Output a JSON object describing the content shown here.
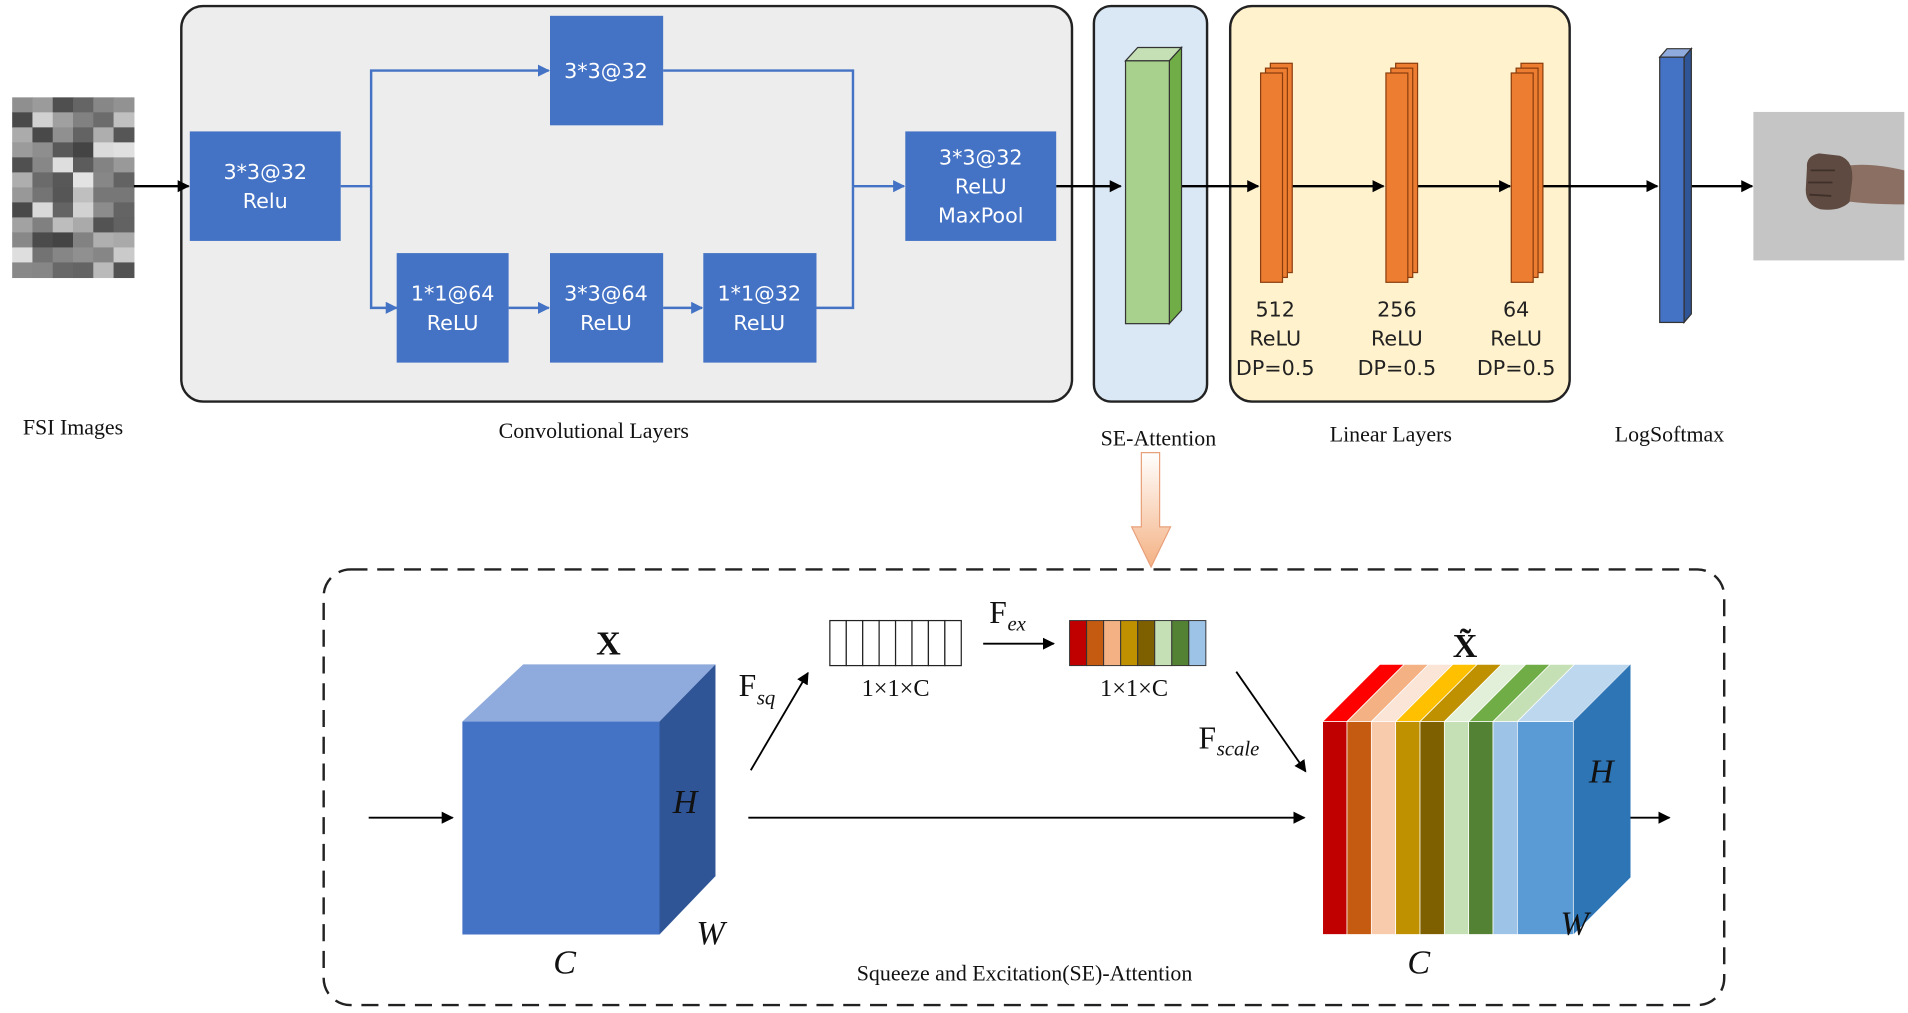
{
  "captions": {
    "fsi_images": "FSI Images",
    "conv_layers": "Convolutional Layers",
    "se_attention": "SE-Attention",
    "linear_layers": "Linear Layers",
    "logsoftmax": "LogSoftmax",
    "se_block": "Squeeze and Excitation(SE)-Attention"
  },
  "conv_blocks": {
    "input": [
      "3*3@32",
      "Relu"
    ],
    "top": [
      "3*3@32"
    ],
    "bottom1": [
      "1*1@64",
      "ReLU"
    ],
    "bottom2": [
      "3*3@64",
      "ReLU"
    ],
    "bottom3": [
      "1*1@32",
      "ReLU"
    ],
    "output": [
      "3*3@32",
      "ReLU",
      "MaxPool"
    ]
  },
  "linear": [
    {
      "units": "512",
      "act": "ReLU",
      "dp": "DP=0.5"
    },
    {
      "units": "256",
      "act": "ReLU",
      "dp": "DP=0.5"
    },
    {
      "units": "64",
      "act": "ReLU",
      "dp": "DP=0.5"
    }
  ],
  "se": {
    "x_label": "X",
    "x_tilde_label": "X̃",
    "h": "H",
    "w": "W",
    "c": "C",
    "f_main": "F",
    "sq_sub": "sq",
    "ex_sub": "ex",
    "scale_sub": "scale",
    "vec_dim": "1×1×C",
    "channel_colors": [
      "#c00000",
      "#c55a11",
      "#f4b183",
      "#bf9000",
      "#7f6000",
      "#c5e0b4",
      "#548235",
      "#9dc3e6"
    ],
    "cube_colors": [
      "#c00000",
      "#c55a11",
      "#f8cbad",
      "#bf9000",
      "#7f6000",
      "#c5e0b4",
      "#548235",
      "#9dc3e6",
      "#5b9bd5"
    ],
    "cube_top_colors": [
      "#ff0000",
      "#f4b183",
      "#fbe5d6",
      "#ffc000",
      "#bf9000",
      "#e2f0d9",
      "#70ad47",
      "#c5e0b4",
      "#bdd7ee"
    ]
  }
}
